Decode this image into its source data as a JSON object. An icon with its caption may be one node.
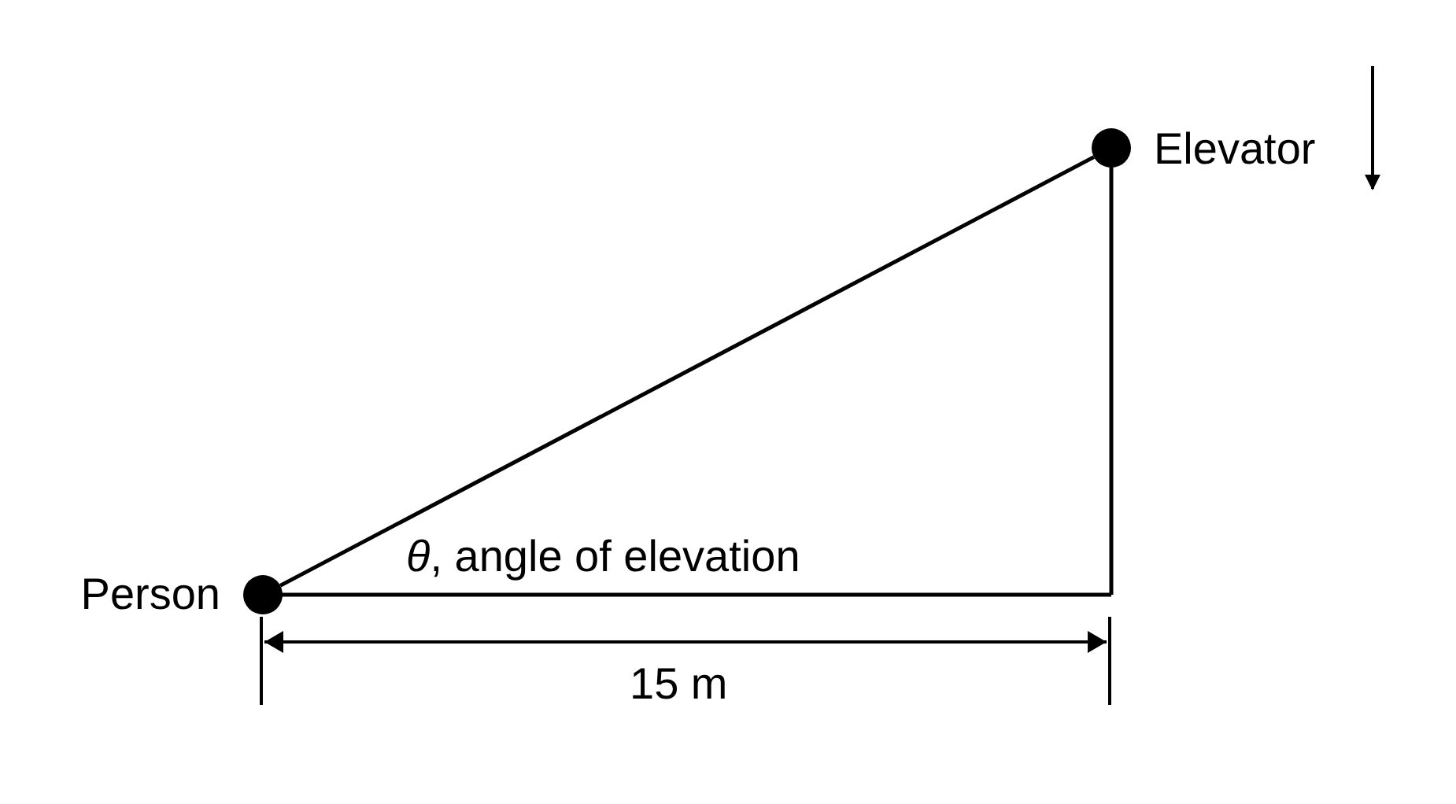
{
  "diagram": {
    "nodes": [
      {
        "text": [
          "Person"
        ]
      },
      {
        "text": [
          "Elevator"
        ]
      }
    ],
    "edges": [
      {
        "from": 0,
        "to": 1,
        "arrow": "none"
      }
    ],
    "labels": [
      "*θ*, angle of elevation",
      "15 m"
    ]
  }
}
